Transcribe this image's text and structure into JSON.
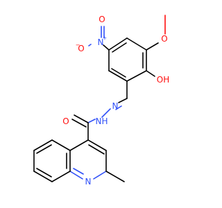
{
  "molecule": {
    "atoms": {
      "methoxy_o": {
        "text": "O",
        "color": "#ff0d0d"
      },
      "hydroxyl": {
        "text": "OH",
        "color": "#ff0d0d"
      },
      "nitro_o_left": {
        "text": "O",
        "color": "#ff0d0d"
      },
      "nitro_o_left_charge": {
        "text": "−",
        "color": "#ff0d0d"
      },
      "nitro_n": {
        "text": "N",
        "color": "#3050f8"
      },
      "nitro_n_charge": {
        "text": "+",
        "color": "#3050f8"
      },
      "nitro_o_top": {
        "text": "O",
        "color": "#ff0d0d"
      },
      "hydrazone_n1": {
        "text": "N",
        "color": "#3050f8"
      },
      "hydrazone_n2": {
        "text": "N",
        "color": "#3050f8"
      },
      "hydrazone_h": {
        "text": "H",
        "color": "#3050f8"
      },
      "carbonyl_o": {
        "text": "O",
        "color": "#ff0d0d"
      },
      "quinoline_n": {
        "text": "N",
        "color": "#3050f8"
      }
    }
  }
}
